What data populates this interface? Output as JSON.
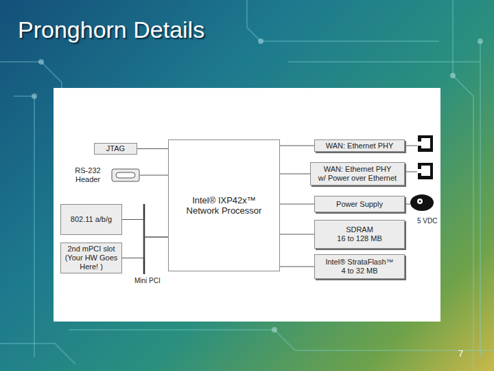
{
  "diagram": {
    "title": "Pronghorn Details",
    "nodes": [
      {
        "text": [
          "JTAG"
        ]
      },
      {
        "text": [
          "RS-232 Header"
        ]
      },
      {
        "text": [
          "802.11 a/b/g"
        ]
      },
      {
        "text": [
          "2nd mPCI slot (Your HW Goes Here! )"
        ]
      },
      {
        "text": [
          "Intel® IXP42x™ Network Processor"
        ]
      },
      {
        "text": [
          "WAN: Ethernet PHY"
        ]
      },
      {
        "text": [
          "WAN: Ethernet PHY",
          "w/ Power over Ethernet"
        ]
      },
      {
        "text": [
          "Power Supply"
        ]
      },
      {
        "text": [
          "SDRAM",
          "16 to 128 MB"
        ]
      },
      {
        "text": [
          "Intel® StrataFlash™",
          "4 to 32 MB"
        ]
      }
    ],
    "edges": [
      {
        "from": 0,
        "to": 4,
        "arrow": "none"
      },
      {
        "from": 1,
        "to": 4,
        "arrow": "none"
      },
      {
        "from": 2,
        "to": 4,
        "arrow": "none"
      },
      {
        "from": 3,
        "to": 4,
        "arrow": "none"
      },
      {
        "from": 4,
        "to": 5,
        "arrow": "none"
      },
      {
        "from": 4,
        "to": 6,
        "arrow": "none"
      },
      {
        "from": 4,
        "to": 7,
        "arrow": "none"
      },
      {
        "from": 4,
        "to": 8,
        "arrow": "none"
      },
      {
        "from": 4,
        "to": 9,
        "arrow": "none"
      }
    ],
    "labels": [
      "5 VDC",
      "Mini PCI",
      "7"
    ]
  }
}
